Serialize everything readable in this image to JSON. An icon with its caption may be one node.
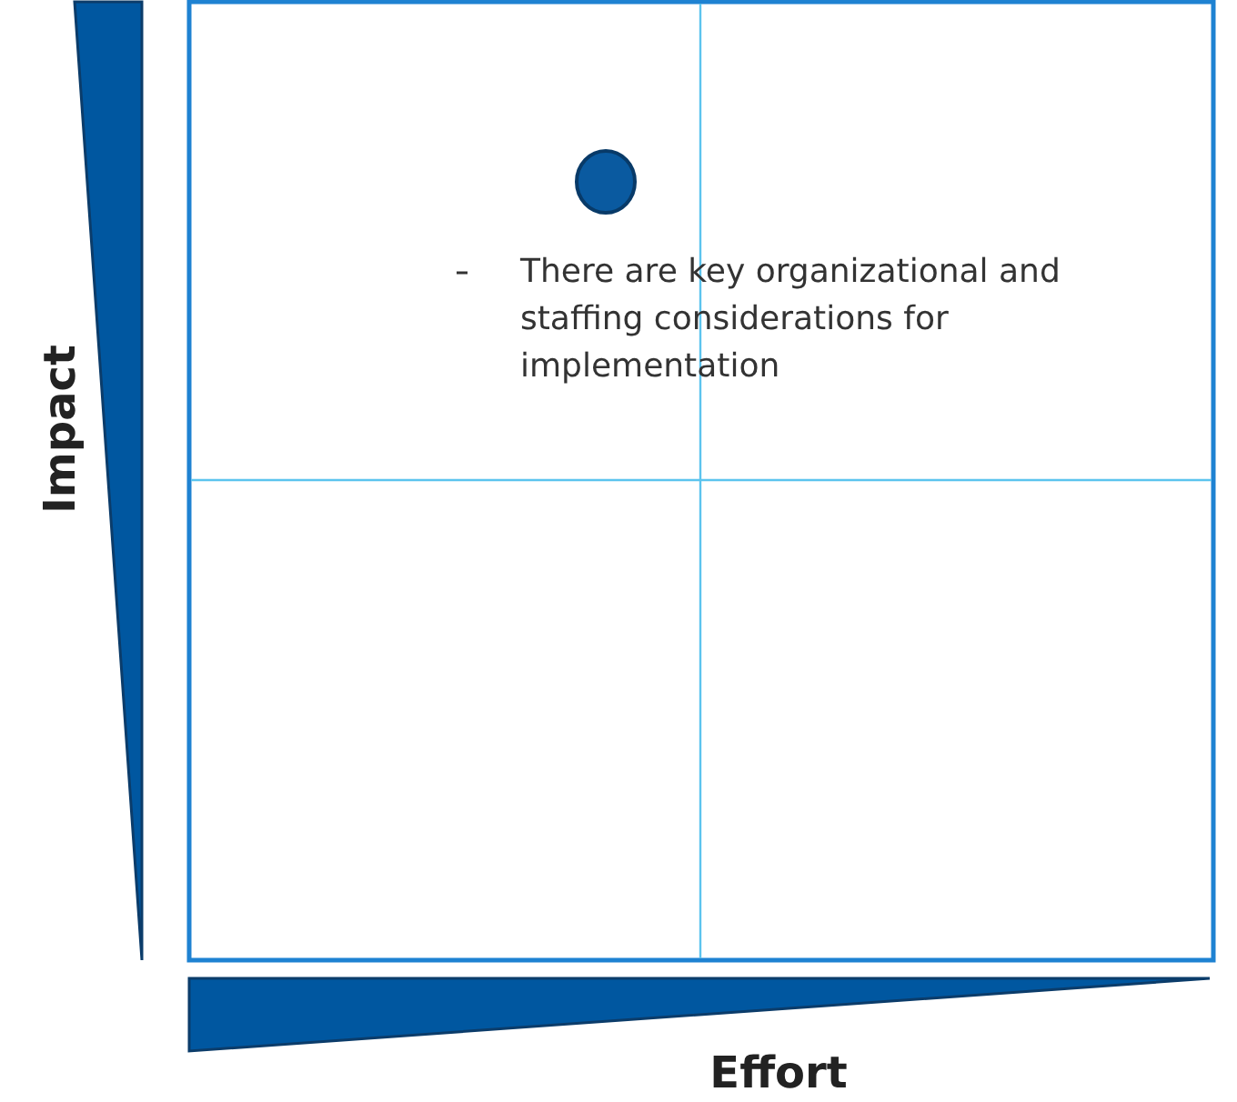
{
  "diagram": {
    "labels": [
      "Impact",
      "Effort",
      "There are key organizational and staffing considerations for implementation"
    ]
  }
}
